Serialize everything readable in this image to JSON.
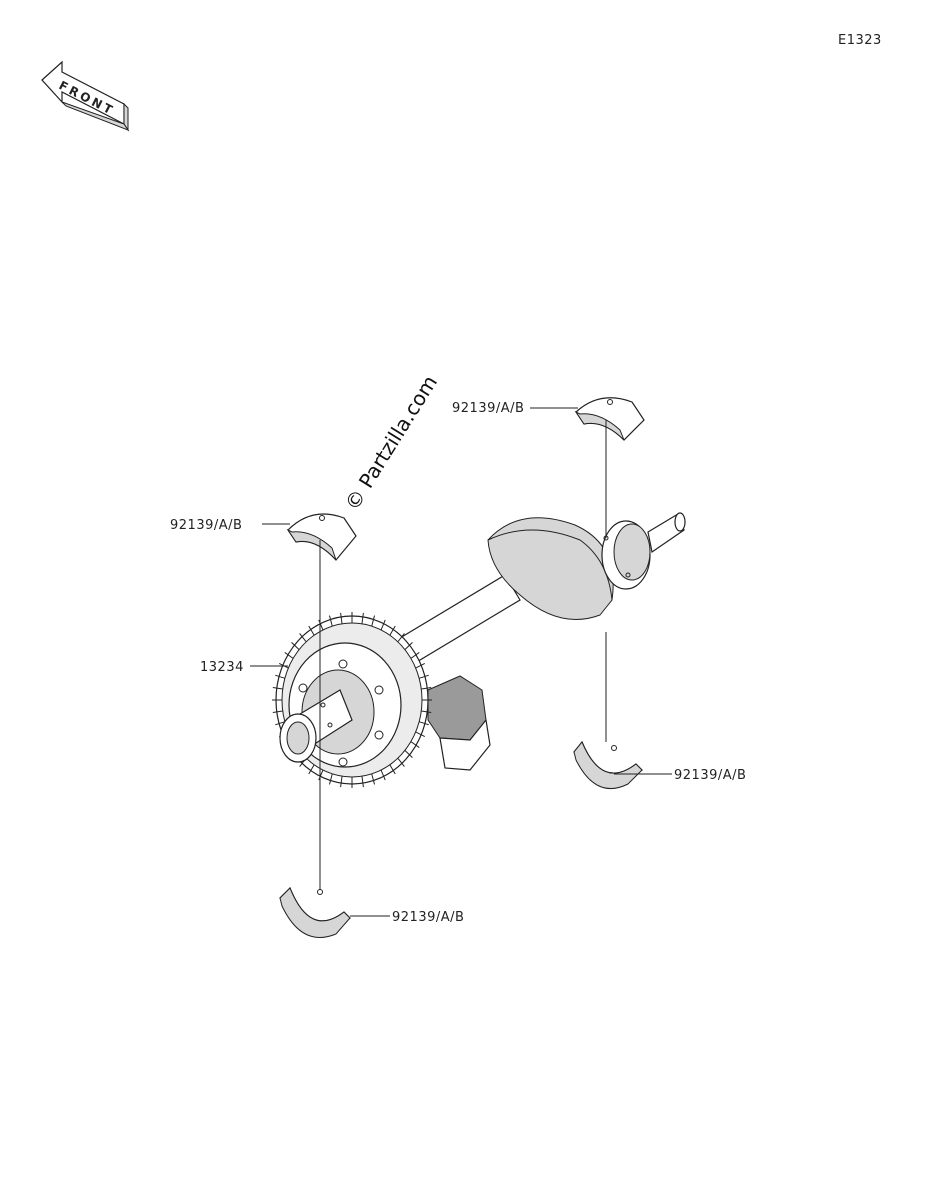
{
  "diagram": {
    "code": "E1323",
    "front_label": "FRONT",
    "watermark": "© Partzilla.com",
    "callouts": {
      "bearing_top_right": "92139/A/B",
      "bearing_top_left": "92139/A/B",
      "gear": "13234",
      "bearing_bottom_right": "92139/A/B",
      "bearing_bottom_left": "92139/A/B"
    }
  }
}
